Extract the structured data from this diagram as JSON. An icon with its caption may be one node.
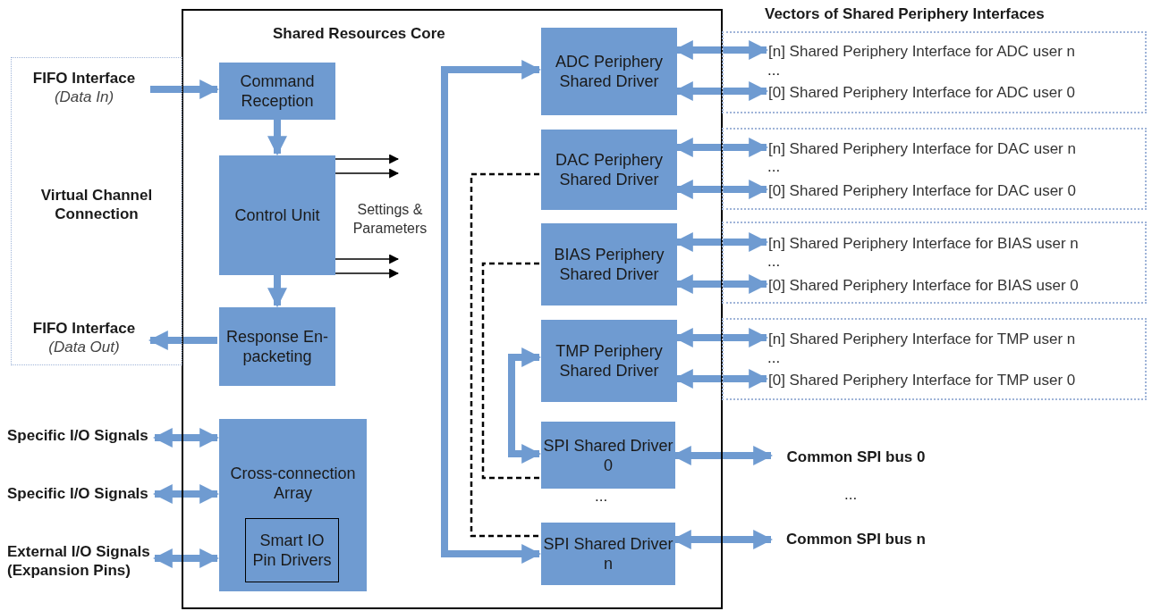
{
  "diagram": {
    "nodes": [
      {
        "text": [
          "Shared Resources Core"
        ]
      },
      {
        "text": [
          "Command Reception"
        ],
        "in": 0
      },
      {
        "text": [
          "Control Unit"
        ],
        "in": 0
      },
      {
        "text": [
          "Response En-packeting"
        ],
        "in": 0
      },
      {
        "text": [
          "Cross-connection Array"
        ],
        "in": 0
      },
      {
        "text": [
          "Smart IO Pin Drivers"
        ],
        "in": 4
      },
      {
        "text": [
          "ADC Periphery Shared Driver"
        ],
        "in": 0
      },
      {
        "text": [
          "DAC Periphery Shared Driver"
        ],
        "in": 0
      },
      {
        "text": [
          "BIAS Periphery Shared Driver"
        ],
        "in": 0
      },
      {
        "text": [
          "TMP Periphery Shared Driver"
        ],
        "in": 0
      },
      {
        "text": [
          "SPI Shared Driver 0"
        ],
        "in": 0
      },
      {
        "text": [
          "SPI Shared Driver n"
        ],
        "in": 0
      },
      {
        "text": [
          "Virtual Channel Connection"
        ]
      },
      {
        "text": [
          "FIFO Interface",
          "(Data In)"
        ],
        "in": 12
      },
      {
        "text": [
          "FIFO Interface",
          "(Data Out)"
        ],
        "in": 12
      },
      {
        "text": [
          "Specific I/O Signals"
        ]
      },
      {
        "text": [
          "Specific I/O Signals"
        ]
      },
      {
        "text": [
          "External I/O Signals (Expansion Pins)"
        ]
      },
      {
        "text": [],
        "shape": "box"
      },
      {
        "text": [
          "[n] Shared Periphery Interface for ADC user n"
        ],
        "in": 18
      },
      {
        "text": [
          "[0] Shared Periphery Interface for ADC user 0"
        ],
        "in": 18
      },
      {
        "text": [],
        "shape": "box"
      },
      {
        "text": [
          "[n] Shared Periphery Interface for DAC user n"
        ],
        "in": 21
      },
      {
        "text": [
          "[0] Shared Periphery Interface for DAC user 0"
        ],
        "in": 21
      },
      {
        "text": [],
        "shape": "box"
      },
      {
        "text": [
          "[n] Shared Periphery Interface for BIAS user n"
        ],
        "in": 24
      },
      {
        "text": [
          "[0] Shared Periphery Interface for BIAS user 0"
        ],
        "in": 24
      },
      {
        "text": [],
        "shape": "box"
      },
      {
        "text": [
          "[n] Shared Periphery Interface for TMP user n"
        ],
        "in": 27
      },
      {
        "text": [
          "[0] Shared Periphery Interface for TMP user 0"
        ],
        "in": 27
      },
      {
        "text": [
          "Common SPI bus 0"
        ]
      },
      {
        "text": [
          "Common SPI bus n"
        ]
      }
    ],
    "edges": [
      {
        "from": 13,
        "to": 1,
        "arrow": "to"
      },
      {
        "from": 1,
        "to": 2,
        "arrow": "to"
      },
      {
        "from": 2,
        "to": 3,
        "arrow": "to"
      },
      {
        "from": 3,
        "to": 14,
        "arrow": "to"
      },
      {
        "from": 2,
        "to": null,
        "arrow": "to",
        "color": "#000000"
      },
      {
        "from": 2,
        "to": null,
        "arrow": "to",
        "color": "#000000"
      },
      {
        "from": 2,
        "to": null,
        "arrow": "to",
        "color": "#000000"
      },
      {
        "from": 2,
        "to": null,
        "arrow": "to",
        "color": "#000000"
      },
      {
        "from": 15,
        "to": 4,
        "arrow": "both"
      },
      {
        "from": 16,
        "to": 4,
        "arrow": "both"
      },
      {
        "from": 17,
        "to": 4,
        "arrow": "both"
      },
      {
        "from": 6,
        "to": 11,
        "arrow": "both"
      },
      {
        "from": 9,
        "to": 10,
        "arrow": "both"
      },
      {
        "from": 7,
        "to": 11,
        "arrow": "none",
        "style": "dashed",
        "color": "#000000"
      },
      {
        "from": 8,
        "to": 10,
        "arrow": "none",
        "style": "dashed",
        "color": "#000000"
      },
      {
        "from": 6,
        "to": 19,
        "arrow": "both"
      },
      {
        "from": 6,
        "to": 20,
        "arrow": "both"
      },
      {
        "from": 7,
        "to": 22,
        "arrow": "both"
      },
      {
        "from": 7,
        "to": 23,
        "arrow": "both"
      },
      {
        "from": 8,
        "to": 25,
        "arrow": "both"
      },
      {
        "from": 8,
        "to": 26,
        "arrow": "both"
      },
      {
        "from": 9,
        "to": 28,
        "arrow": "both"
      },
      {
        "from": 9,
        "to": 29,
        "arrow": "both"
      },
      {
        "from": 10,
        "to": 30,
        "arrow": "both"
      },
      {
        "from": 11,
        "to": 31,
        "arrow": "both"
      }
    ],
    "labels": [
      "Vectors of Shared Periphery Interfaces",
      "Settings & Parameters",
      "...",
      "...",
      "...",
      "...",
      "...",
      "..."
    ]
  }
}
